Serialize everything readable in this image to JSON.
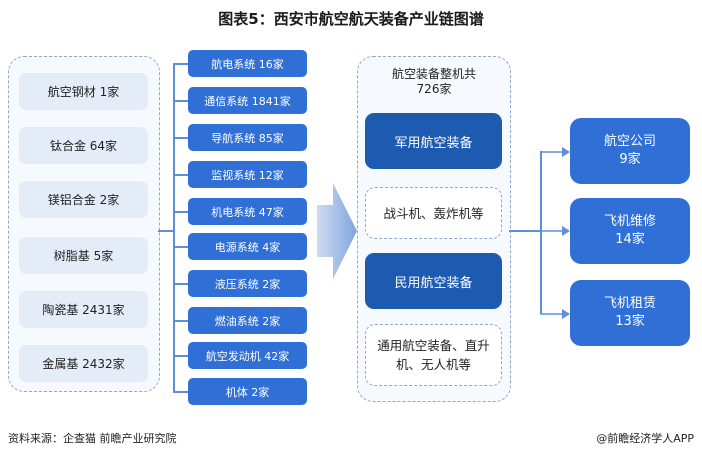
{
  "title": "图表5：西安市航空航天装备产业链图谱",
  "materials": [
    "航空钢材 1家",
    "钛合金 64家",
    "镁铝合金 2家",
    "树脂基 5家",
    "陶瓷基 2431家",
    "金属基 2432家"
  ],
  "systems": [
    "航电系统 16家",
    "通信系统 1841家",
    "导航系统 85家",
    "监视系统 12家",
    "机电系统 47家",
    "电源系统 4家",
    "液压系统 2家",
    "燃油系统 2家",
    "航空发动机 42家",
    "机体 2家"
  ],
  "aircraft": {
    "header_line1": "航空装备整机共",
    "header_line2": "726家",
    "military_label": "军用航空装备",
    "military_examples": "战斗机、轰炸机等",
    "civil_label": "民用航空装备",
    "civil_examples": "通用航空装备、直升机、无人机等"
  },
  "outputs": [
    {
      "label": "航空公司",
      "count": "9家"
    },
    {
      "label": "飞机维修",
      "count": "14家"
    },
    {
      "label": "飞机租赁",
      "count": "13家"
    }
  ],
  "footer": {
    "source": "资料来源：企查猫 前瞻产业研究院",
    "brand": "@前瞻经济学人APP"
  }
}
